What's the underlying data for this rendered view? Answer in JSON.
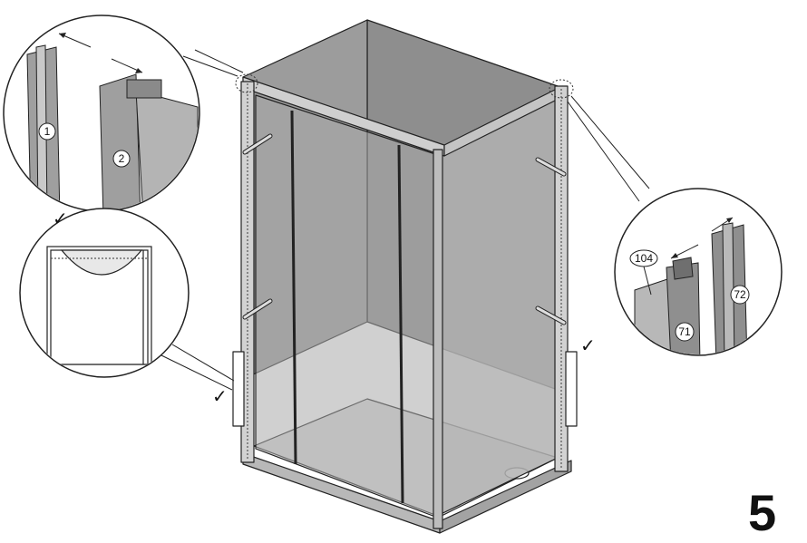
{
  "step_number": "5",
  "callouts": {
    "top_left": {
      "parts": [
        "1",
        "2"
      ]
    },
    "right": {
      "parts": [
        "104",
        "71",
        "72"
      ]
    }
  },
  "check_mark": "✓",
  "colors": {
    "panel": "#9a9a9a",
    "panel_dark": "#7c7c7c",
    "glass_front": "#a8a8a8",
    "floor": "#d8d8d8",
    "frame": "#6f6f6f",
    "outline": "#222222"
  }
}
